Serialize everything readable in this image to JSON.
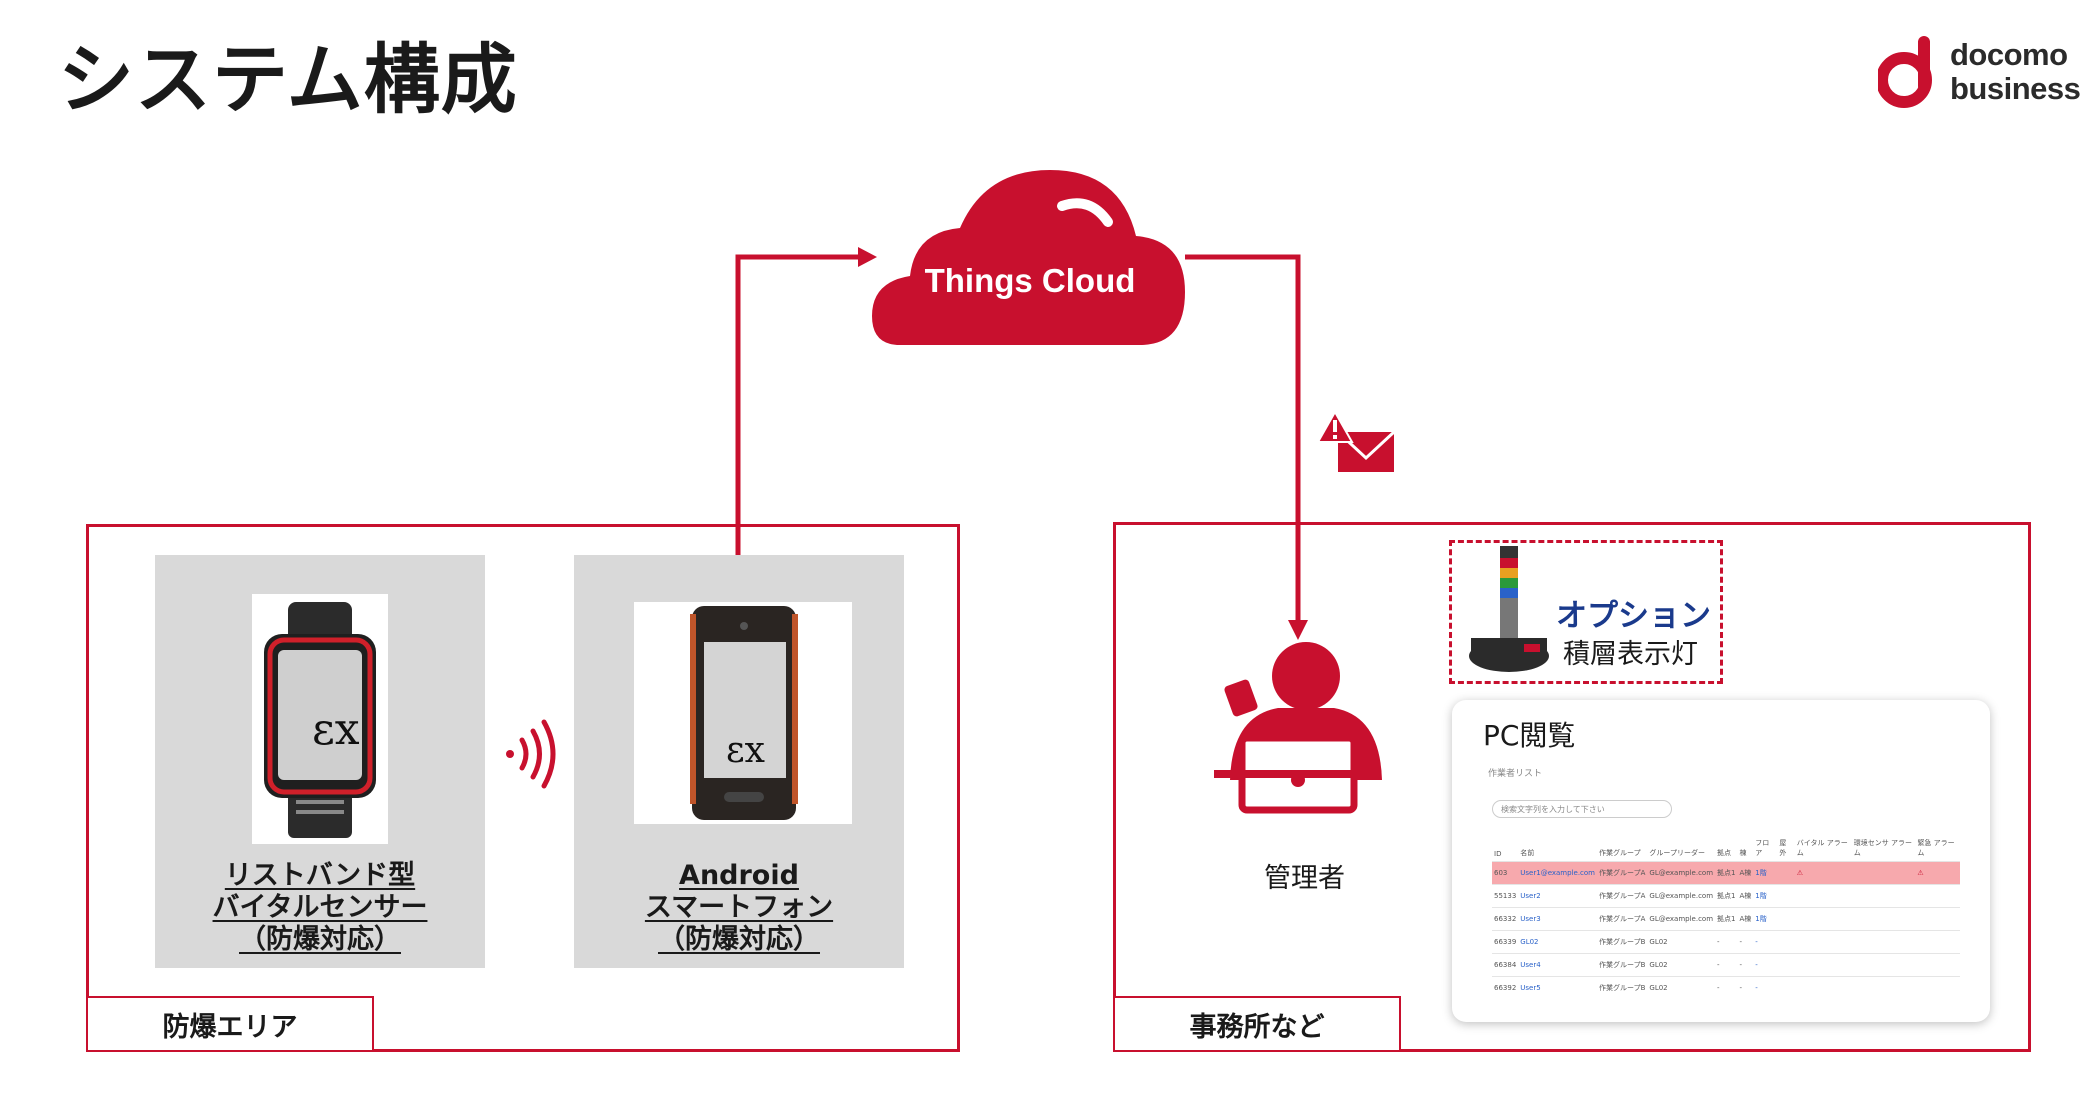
{
  "header": {
    "title": "システム構成"
  },
  "logo": {
    "line1": "docomo",
    "line2": "business",
    "brand_color": "#c8102e"
  },
  "cloud": {
    "label": "Things Cloud",
    "color": "#c8102e"
  },
  "zones": {
    "left": {
      "tag": "防爆エリア"
    },
    "right": {
      "tag": "事務所など"
    }
  },
  "devices": [
    {
      "lines": [
        "リストバンド型",
        "バイタルセンサー",
        "（防爆対応）"
      ]
    },
    {
      "lines": [
        "Android",
        "スマートフォン",
        "（防爆対応）"
      ]
    }
  ],
  "admin": {
    "label": "管理者"
  },
  "option": {
    "title": "オプション",
    "subtitle": "積層表示灯"
  },
  "pc": {
    "title": "PC閲覧",
    "caption": "作業者リスト",
    "search_placeholder": "検索文字列を入力して下さい",
    "columns": [
      "ID",
      "名前",
      "作業グループ",
      "グループリーダー",
      "拠点",
      "棟",
      "フロア",
      "屋外",
      "バイタル アラーム",
      "環境センサ アラーム",
      "緊急 アラーム"
    ],
    "rows": [
      [
        "603",
        "User1@example.com",
        "作業グループA",
        "GL@example.com",
        "拠点1",
        "A棟",
        "1階",
        "",
        "⚠",
        "",
        "⚠"
      ],
      [
        "55133",
        "User2",
        "作業グループA",
        "GL@example.com",
        "拠点1",
        "A棟",
        "1階",
        "",
        "",
        "",
        ""
      ],
      [
        "66332",
        "User3",
        "作業グループA",
        "GL@example.com",
        "拠点1",
        "A棟",
        "1階",
        "",
        "",
        "",
        ""
      ],
      [
        "66339",
        "GL02",
        "作業グループB",
        "GL02",
        "-",
        "-",
        "-",
        "",
        "",
        "",
        ""
      ],
      [
        "66384",
        "User4",
        "作業グループB",
        "GL02",
        "-",
        "-",
        "-",
        "",
        "",
        "",
        ""
      ],
      [
        "66392",
        "User5",
        "作業グループB",
        "GL02",
        "-",
        "-",
        "-",
        "",
        "",
        "",
        ""
      ]
    ]
  },
  "colors": {
    "accent": "#c8102e",
    "option_text": "#1a3a8c",
    "alert_row": "#f7a9ad"
  }
}
